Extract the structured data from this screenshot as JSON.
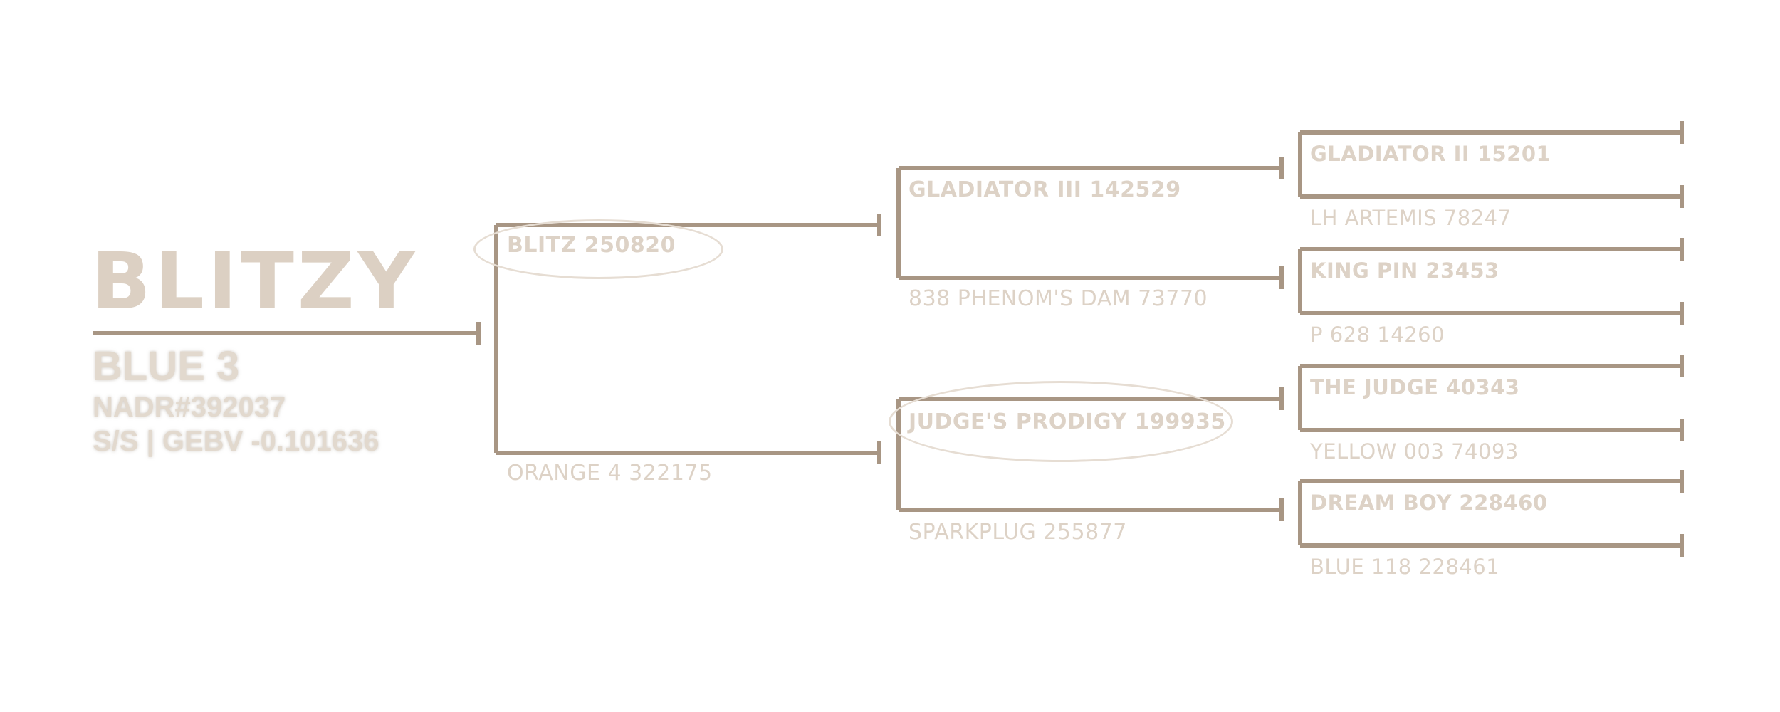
{
  "animal": {
    "name": "BLITZY",
    "tag": "BLUE 3",
    "registration": "NADR#392037",
    "genetics": "S/S | GEBV -0.101636"
  },
  "parents": {
    "sire": "BLITZ 250820",
    "dam": "ORANGE 4 322175"
  },
  "grandparents": {
    "paternal_sire": "GLADIATOR III 142529",
    "paternal_dam": "838 PHENOM'S DAM 73770",
    "maternal_sire": "JUDGE'S PRODIGY 199935",
    "maternal_dam": "SPARKPLUG 255877"
  },
  "great_grandparents": [
    {
      "sire": "GLADIATOR II 15201",
      "dam": "LH ARTEMIS 78247"
    },
    {
      "sire": "KING PIN 23453",
      "dam": "P 628 14260"
    },
    {
      "sire": "THE JUDGE 40343",
      "dam": "YELLOW 003 74093"
    },
    {
      "sire": "DREAM BOY 228460",
      "dam": "BLUE 118 228461"
    }
  ],
  "colors": {
    "line": "#a89684",
    "label": "#ddd2c6"
  }
}
